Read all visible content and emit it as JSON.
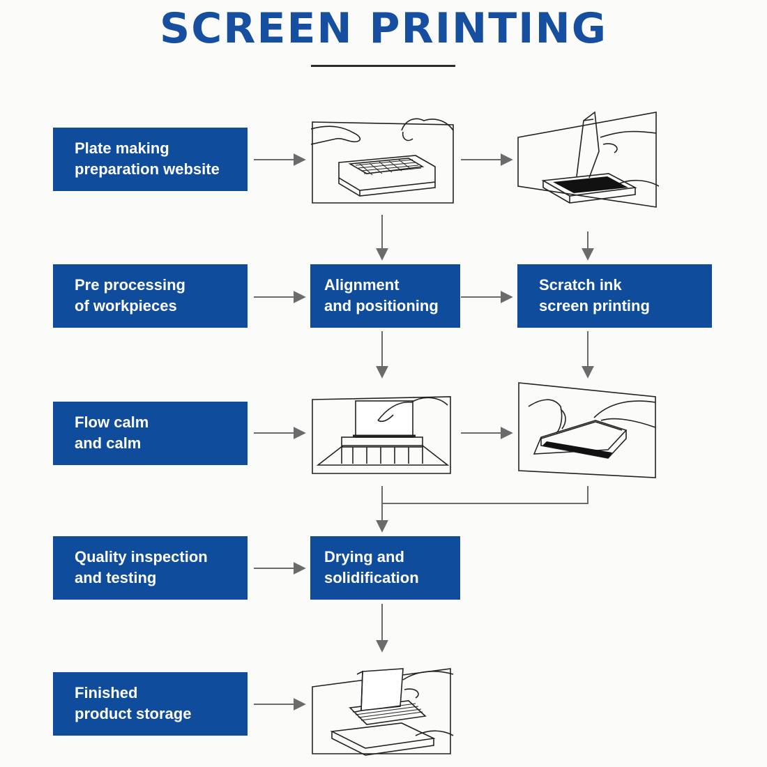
{
  "title": "SCREEN PRINTING",
  "steps": {
    "plate_making": "Plate making\npreparation website",
    "pre_processing": "Pre processing\nof workpieces",
    "alignment": "Alignment\nand positioning",
    "scratch_ink": "Scratch ink\nscreen printing",
    "flow_calm": "Flow calm\nand calm",
    "quality": "Quality inspection\nand testing",
    "drying": "Drying and\nsolidification",
    "finished": "Finished\nproduct storage"
  },
  "colors": {
    "step_box": "#0f4c9b",
    "title": "#164fa0",
    "arrow": "#6b6b6b"
  },
  "illustrations": [
    "plate-making-illustration",
    "screen-ink-illustration",
    "flow-calm-illustration",
    "peeling-print-illustration",
    "finished-storage-illustration"
  ]
}
